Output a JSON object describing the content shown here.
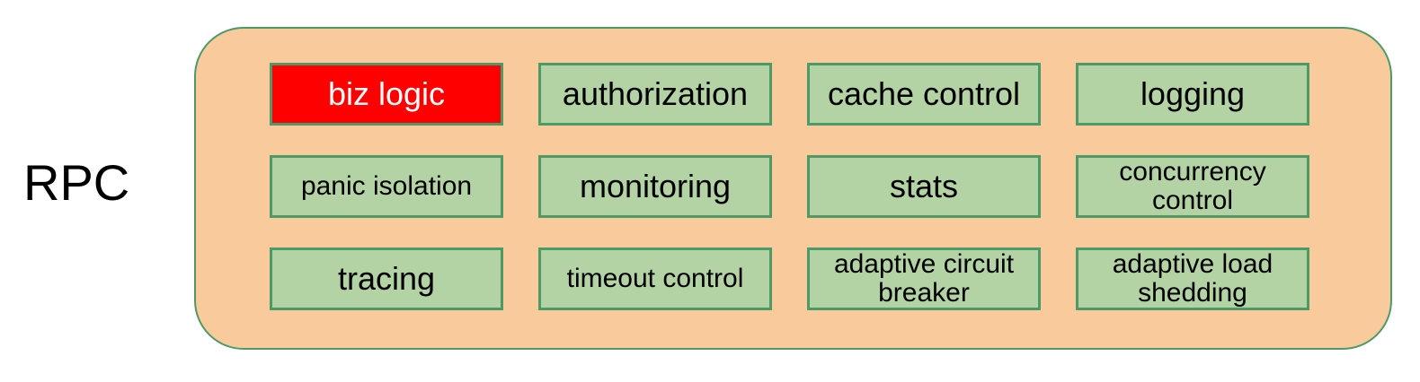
{
  "rpc_label": "RPC",
  "group": {
    "fill": "#F9CB9C",
    "border_color": "#4E9A66"
  },
  "module_defaults": {
    "fill": "#B3D3A4",
    "border_color": "#4E9A66",
    "text_color": "#000000"
  },
  "modules": [
    {
      "label": "biz logic",
      "fill": "#FF0000",
      "text_color": "#FFFFFF",
      "highlighted": true
    },
    {
      "label": "authorization"
    },
    {
      "label": "cache control"
    },
    {
      "label": "logging"
    },
    {
      "label": "panic isolation"
    },
    {
      "label": "monitoring"
    },
    {
      "label": "stats"
    },
    {
      "label": "concurrency\ncontrol"
    },
    {
      "label": "tracing"
    },
    {
      "label": "timeout control"
    },
    {
      "label": "adaptive circuit\nbreaker"
    },
    {
      "label": "adaptive load\nshedding"
    }
  ]
}
